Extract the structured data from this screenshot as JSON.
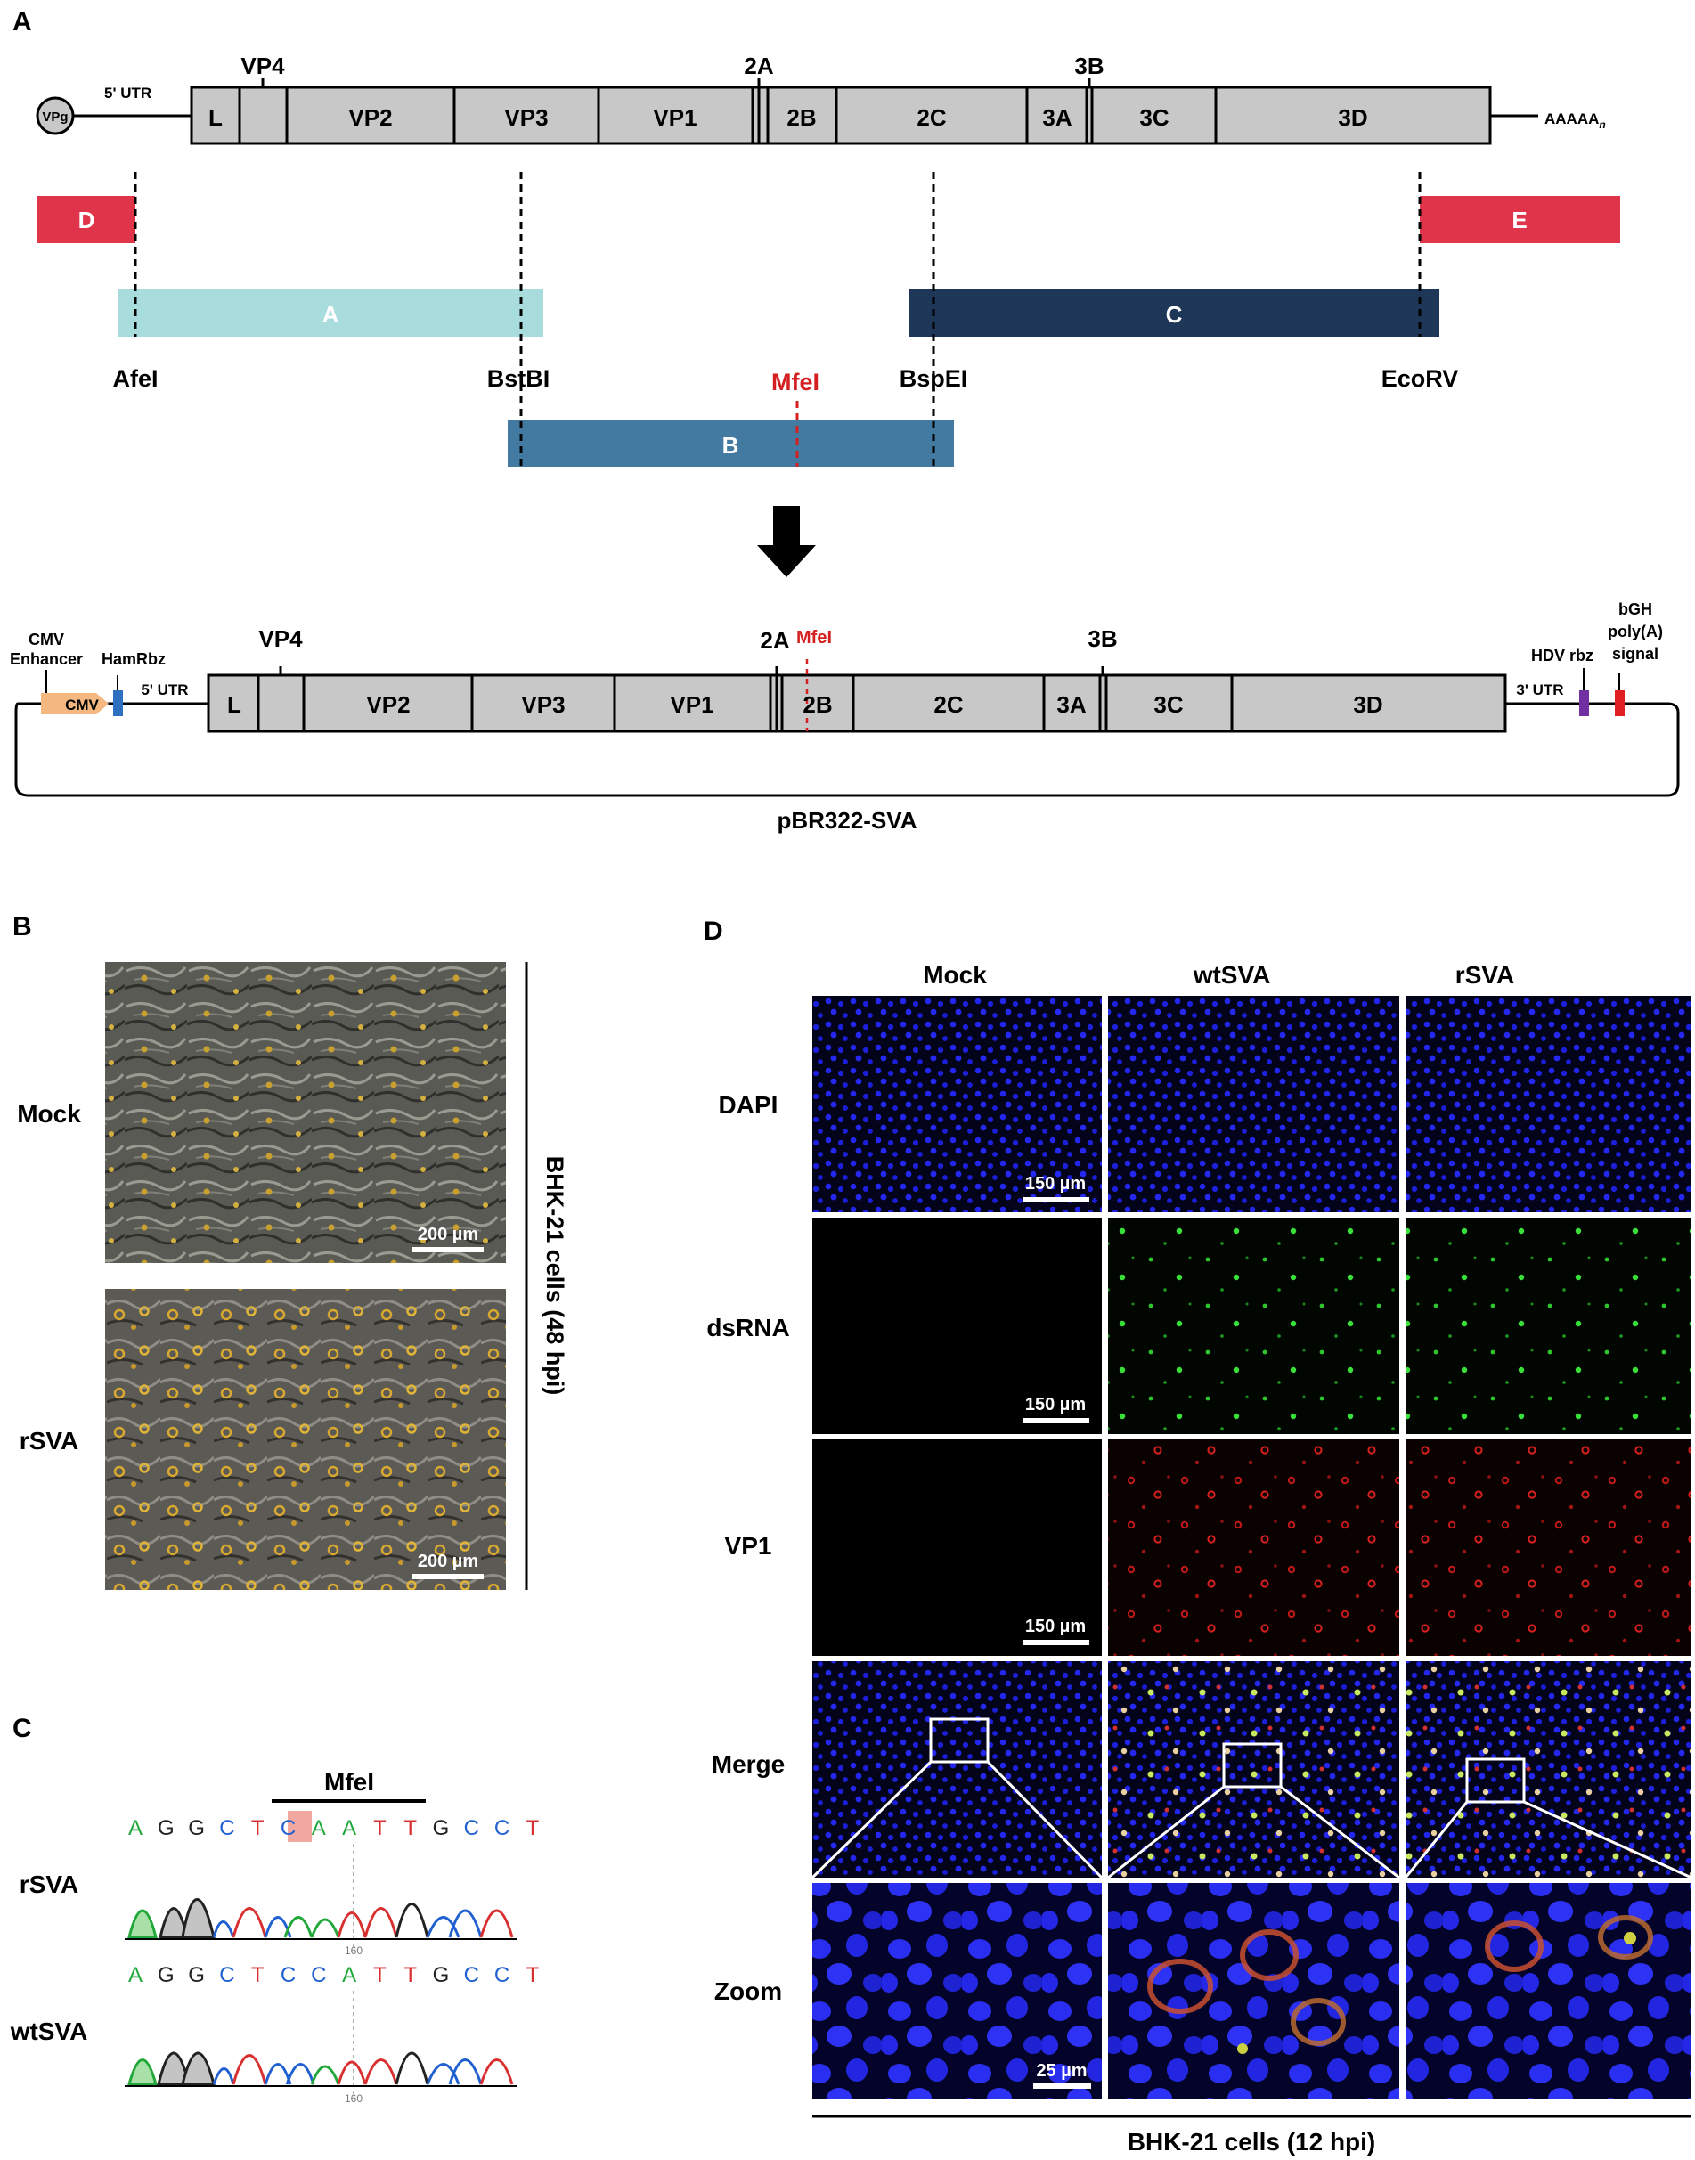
{
  "panels": {
    "a": "A",
    "b": "B",
    "c": "C",
    "d": "D"
  },
  "genome": {
    "vpg": "VPg",
    "utr5": "5' UTR",
    "polya": "AAAAA",
    "polya_sub": "n",
    "regions": [
      "L",
      "VP2",
      "VP3",
      "VP1",
      "2B",
      "2C",
      "3A",
      "3C",
      "3D"
    ],
    "above_labels": [
      "VP4",
      "2A",
      "3B"
    ]
  },
  "fragments": {
    "d": "D",
    "a": "A",
    "c": "C",
    "e": "E",
    "b": "B"
  },
  "sites": {
    "afei": "AfeI",
    "bstbi": "BstBI",
    "mfei": "MfeI",
    "bspei": "BspEI",
    "ecorv": "EcoRV"
  },
  "plasmid": {
    "cmv_enhancer_1": "CMV",
    "cmv_enhancer_2": "Enhancer",
    "hamrbz": "HamRbz",
    "cmv": "CMV",
    "utr5": "5' UTR",
    "utr3": "3' UTR",
    "hdv": "HDV rbz",
    "bgh_1": "bGH",
    "bgh_2": "poly(A)",
    "bgh_3": "signal",
    "mfei": "MfeI",
    "name": "pBR322-SVA",
    "regions": [
      "L",
      "VP2",
      "VP3",
      "VP1",
      "2B",
      "2C",
      "3A",
      "3C",
      "3D"
    ],
    "above_labels": [
      "VP4",
      "2A",
      "3B"
    ]
  },
  "panel_b": {
    "rows": [
      "Mock",
      "rSVA"
    ],
    "scale": "200 µm",
    "side_label": "BHK-21 cells (48 hpi)"
  },
  "panel_c": {
    "site": "MfeI",
    "rsva_label": "rSVA",
    "wtsva_label": "wtSVA",
    "rsva_seq": [
      "A",
      "G",
      "G",
      "C",
      "T",
      "C",
      "A",
      "A",
      "T",
      "T",
      "G",
      "C",
      "C",
      "T"
    ],
    "wtsva_seq": [
      "A",
      "G",
      "G",
      "C",
      "T",
      "C",
      "C",
      "A",
      "T",
      "T",
      "G",
      "C",
      "C",
      "T"
    ],
    "position": "160",
    "highlight_index": 6
  },
  "panel_d": {
    "columns": [
      "Mock",
      "wtSVA",
      "rSVA"
    ],
    "rows": [
      "DAPI",
      "dsRNA",
      "VP1",
      "Merge",
      "Zoom"
    ],
    "scale_150": "150 µm",
    "scale_25": "25 µm",
    "bottom_label": "BHK-21 cells (12 hpi)"
  },
  "colors": {
    "gray_box": "#c8c8c8",
    "red_fragment": "#e0344a",
    "light_teal": "#a9dcdc",
    "navy": "#1e3658",
    "steel_blue": "#427aa1",
    "mfei_red": "#d42020",
    "dapi_blue": "#1a1fe0",
    "seq_A": "#22a83a",
    "seq_C": "#2060d0",
    "seq_G": "#222222",
    "seq_T": "#d83030"
  }
}
